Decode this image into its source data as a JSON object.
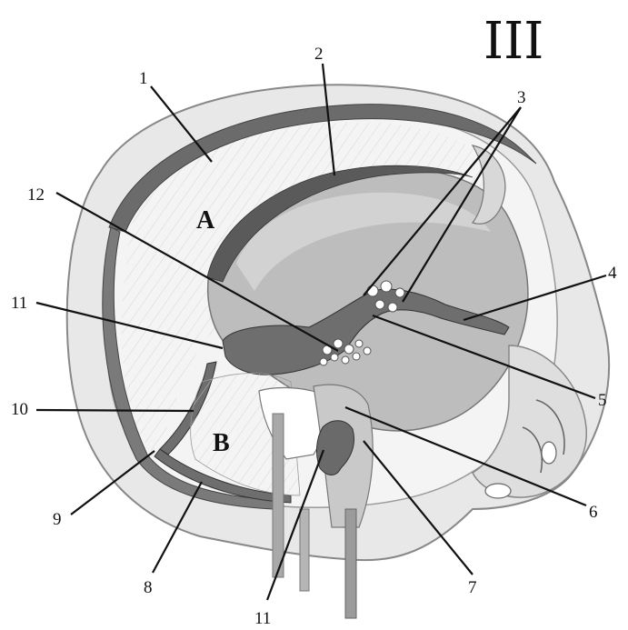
{
  "title": "III",
  "regions": {
    "a": "A",
    "b": "B"
  },
  "labels": {
    "l1": "1",
    "l2": "2",
    "l3": "3",
    "l4": "4",
    "l5": "5",
    "l6": "6",
    "l7": "7",
    "l8": "8",
    "l9": "9",
    "l10": "10",
    "l11a": "11",
    "l11b": "11",
    "l12": "12"
  }
}
